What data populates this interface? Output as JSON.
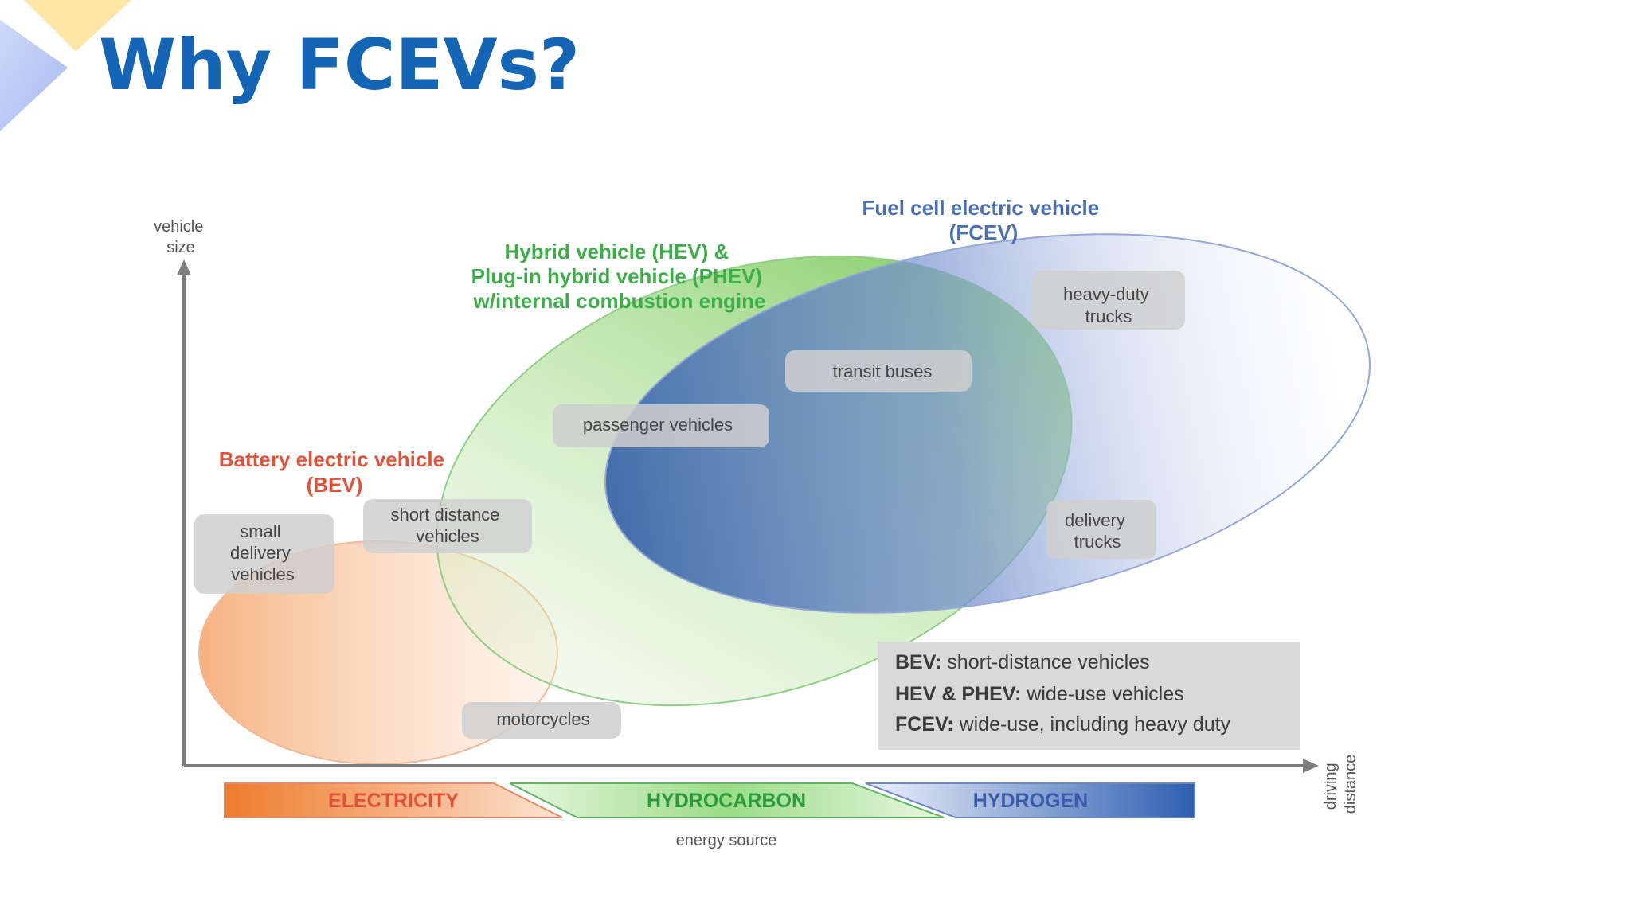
{
  "slide": {
    "title": "Why FCEVs?"
  },
  "diagram": {
    "y_axis_label": [
      "vehicle",
      "size"
    ],
    "x_axis_label": [
      "driving",
      "distance"
    ],
    "energy_axis_label": "energy source",
    "groups": {
      "fcev": {
        "label": [
          "Fuel cell electric vehicle",
          "(FCEV)"
        ],
        "color": "#4a6fb5"
      },
      "hev": {
        "label": [
          "Hybrid vehicle (HEV) &",
          "Plug-in hybrid vehicle (PHEV)",
          "w/internal combustion engine"
        ],
        "color": "#3cae49"
      },
      "bev": {
        "label": [
          "Battery electric vehicle",
          "(BEV)"
        ],
        "color": "#e0523a"
      }
    },
    "vehicle_boxes": {
      "heavy_duty_trucks": [
        "heavy-duty",
        "trucks"
      ],
      "transit_buses": [
        "transit buses"
      ],
      "passenger_vehicles": [
        "passenger vehicles"
      ],
      "short_distance_vehicles": [
        "short distance",
        "vehicles"
      ],
      "small_delivery_vehicles": [
        "small",
        "delivery",
        "vehicles"
      ],
      "delivery_trucks": [
        "delivery",
        "trucks"
      ],
      "motorcycles": [
        "motorcycles"
      ]
    },
    "summary": [
      {
        "key": "BEV:",
        "text": " short-distance vehicles"
      },
      {
        "key": "HEV & PHEV:",
        "text": " wide-use vehicles"
      },
      {
        "key": "FCEV:",
        "text": " wide-use, including heavy duty"
      }
    ],
    "energy_bands": [
      {
        "label": "ELECTRICITY",
        "color": "#e0523a"
      },
      {
        "label": "HYDROCARBON",
        "color": "#2a9a3c"
      },
      {
        "label": "HYDROGEN",
        "color": "#3b5aab"
      }
    ]
  }
}
